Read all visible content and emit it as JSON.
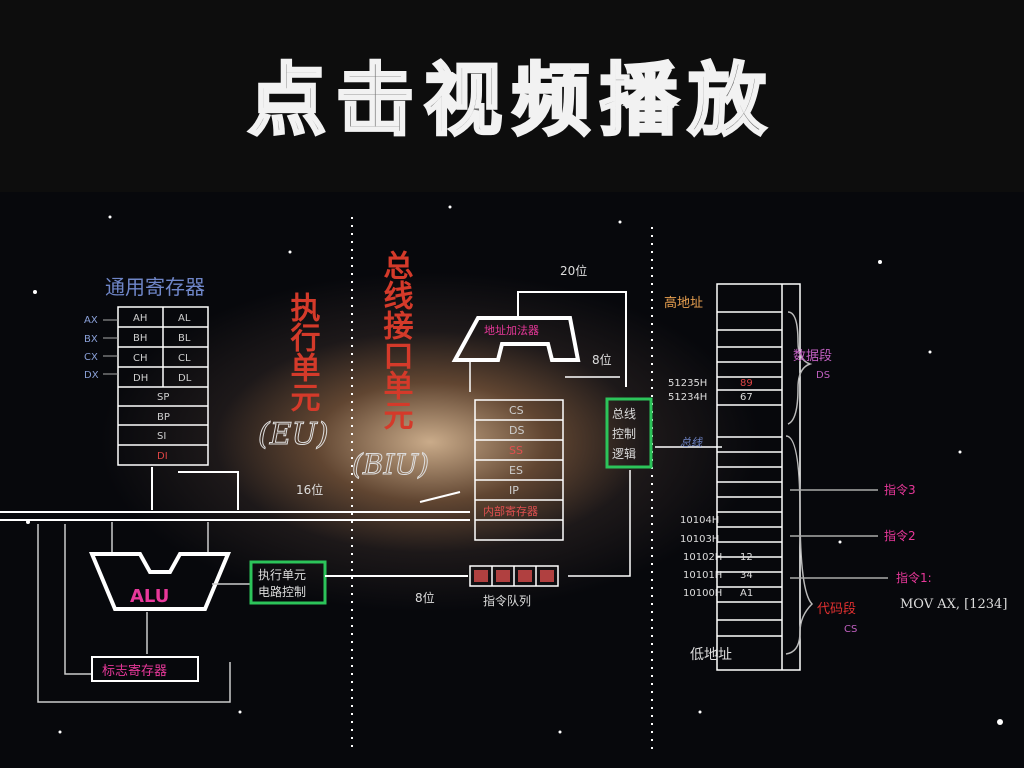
{
  "title": "点击视频播放",
  "eu": {
    "regs_label": "通用寄存器",
    "name_label": "执行单元",
    "abbr": "(EU)",
    "regs": [
      [
        "AH",
        "AL"
      ],
      [
        "BH",
        "BL"
      ],
      [
        "CH",
        "CL"
      ],
      [
        "DH",
        "DL"
      ]
    ],
    "side_labels": [
      "AX",
      "BX",
      "CX",
      "DX"
    ],
    "wide_regs": [
      "SP",
      "BP",
      "SI",
      "DI"
    ],
    "alu": "ALU",
    "flags": "标志寄存器",
    "control": [
      "执行单元",
      "电路控制"
    ],
    "bus16": "16位",
    "bus8": "8位"
  },
  "biu": {
    "name_label": "总线接口单元",
    "abbr": "(BIU)",
    "adder": "地址加法器",
    "bus20": "20位",
    "bus8": "8位",
    "seg_regs": [
      "CS",
      "DS",
      "SS",
      "ES",
      "IP"
    ],
    "internal": "内部寄存器",
    "bus_ctrl": [
      "总线",
      "控制",
      "逻辑"
    ],
    "queue": "指令队列",
    "bus_label": "总线"
  },
  "memory": {
    "high": "高地址",
    "low": "低地址",
    "data_seg": "数据段",
    "ds": "DS",
    "code_seg": "代码段",
    "cs": "CS",
    "addr_data": [
      [
        "51235H",
        "89"
      ],
      [
        "51234H",
        "67"
      ]
    ],
    "addr_code": [
      [
        "10104H",
        ""
      ],
      [
        "10103H",
        ""
      ],
      [
        "10102H",
        "12"
      ],
      [
        "10101H",
        "34"
      ],
      [
        "10100H",
        "A1"
      ]
    ],
    "instr": [
      "指令3",
      "指令2",
      "指令1:"
    ],
    "mov": "MOV AX, [1234]"
  }
}
